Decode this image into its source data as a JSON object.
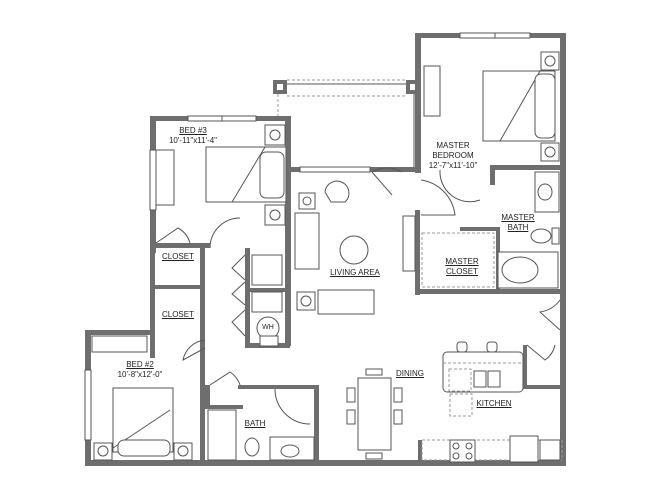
{
  "floorplan": {
    "rooms": [
      {
        "id": "bed3",
        "name": "BED #3",
        "dimensions": "10'-11\"x11'-4\""
      },
      {
        "id": "master-bedroom",
        "name": "MASTER BEDROOM",
        "name_line1": "MASTER",
        "name_line2": "BEDROOM",
        "dimensions": "12'-7\"x11'-10\""
      },
      {
        "id": "master-bath",
        "name": "MASTER BATH",
        "name_line1": "MASTER",
        "name_line2": "BATH"
      },
      {
        "id": "master-closet",
        "name": "MASTER CLOSET",
        "name_line1": "MASTER",
        "name_line2": "CLOSET"
      },
      {
        "id": "closet-1",
        "name": "CLOSET"
      },
      {
        "id": "closet-2",
        "name": "CLOSET"
      },
      {
        "id": "living-area",
        "name": "LIVING AREA"
      },
      {
        "id": "bed2",
        "name": "BED #2",
        "dimensions": "10'-8\"x12'-0\""
      },
      {
        "id": "bath",
        "name": "BATH"
      },
      {
        "id": "dining",
        "name": "DINING"
      },
      {
        "id": "kitchen",
        "name": "KITCHEN"
      }
    ],
    "fixtures": {
      "water_heater": "WH"
    },
    "colors": {
      "wall": "#6e6e6e",
      "line": "#555555",
      "background": "#ffffff"
    }
  }
}
